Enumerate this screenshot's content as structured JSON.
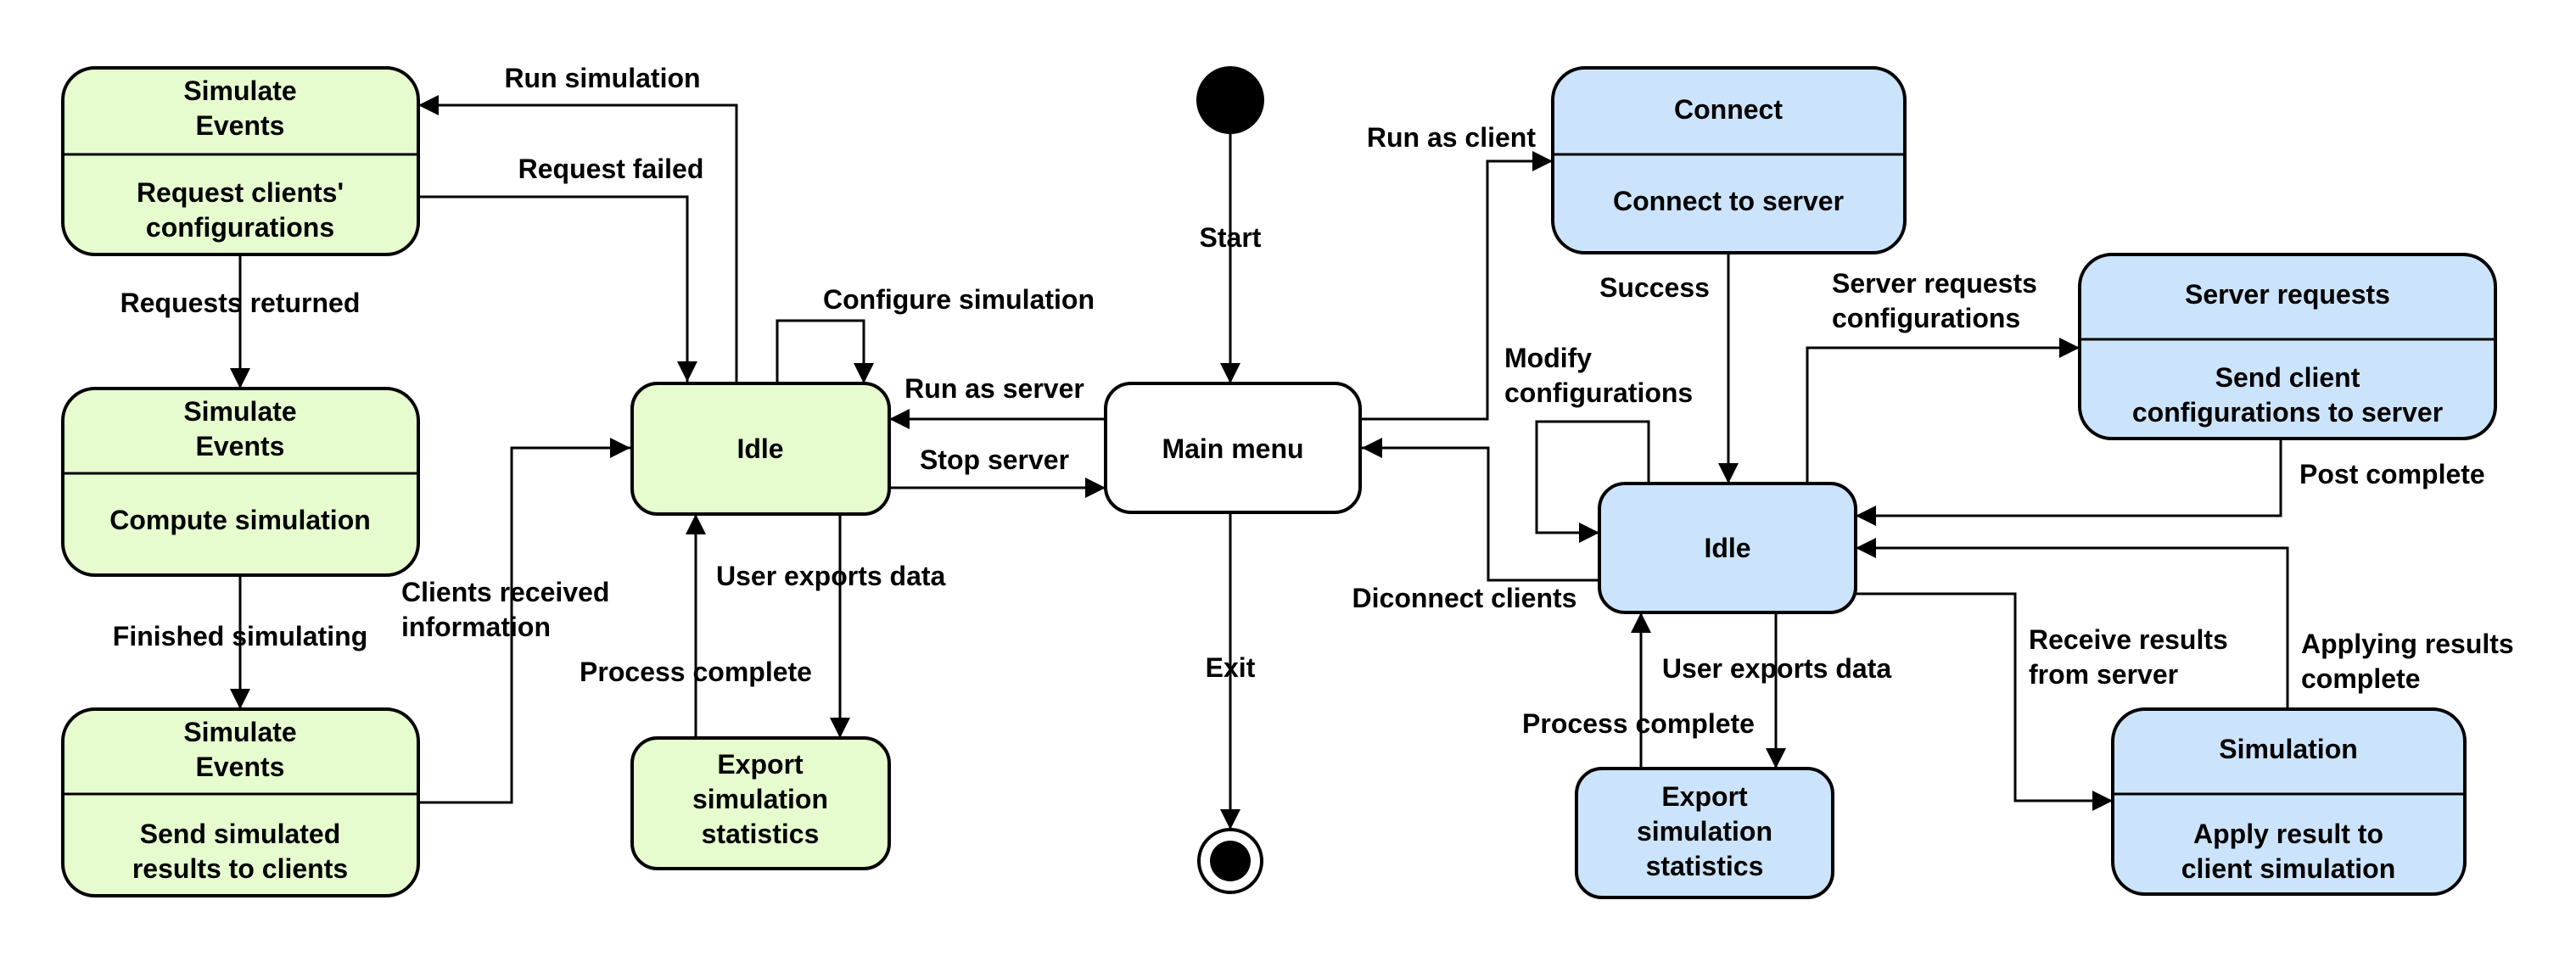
{
  "server": {
    "events1": {
      "title": [
        "Simulate",
        "Events"
      ],
      "body": [
        "Request clients'",
        "configurations"
      ]
    },
    "events2": {
      "title": [
        "Simulate",
        "Events"
      ],
      "body": [
        "Compute simulation"
      ]
    },
    "events3": {
      "title": [
        "Simulate",
        "Events"
      ],
      "body": [
        "Send simulated",
        "results to clients"
      ]
    },
    "idle": "Idle",
    "export": [
      "Export",
      "simulation",
      "statistics"
    ]
  },
  "main": {
    "menu": "Main menu"
  },
  "client": {
    "connect": {
      "title": "Connect",
      "body": "Connect to server"
    },
    "idle": "Idle",
    "server_requests": {
      "title": "Server requests",
      "body": [
        "Send client",
        "configurations to server"
      ]
    },
    "export": [
      "Export",
      "simulation",
      "statistics"
    ],
    "simulation": {
      "title": "Simulation",
      "body": [
        "Apply result to",
        "client simulation"
      ]
    }
  },
  "transitions": {
    "run_simulation": "Run simulation",
    "request_failed": "Request failed",
    "requests_returned": "Requests returned",
    "finished_simulating": "Finished simulating",
    "clients_received": [
      "Clients received",
      "information"
    ],
    "configure_simulation": "Configure simulation",
    "run_as_server": "Run as server",
    "stop_server": "Stop server",
    "user_exports_server": "User exports data",
    "process_complete_server": "Process complete",
    "start": "Start",
    "exit": "Exit",
    "run_as_client": "Run as client",
    "success": "Success",
    "modify_configurations": [
      "Modify",
      "configurations"
    ],
    "server_requests_configurations": [
      "Server requests",
      "configurations"
    ],
    "post_complete": "Post complete",
    "disconnect_clients": "Diconnect clients",
    "user_exports_client": "User exports data",
    "process_complete_client": "Process complete",
    "receive_results": [
      "Receive results",
      "from server"
    ],
    "applying_results": [
      "Applying results",
      "complete"
    ]
  },
  "colors": {
    "server_fill": "#e6fccf",
    "client_fill": "#cce4fb",
    "menu_fill": "#ffffff",
    "stroke": "#000000"
  }
}
